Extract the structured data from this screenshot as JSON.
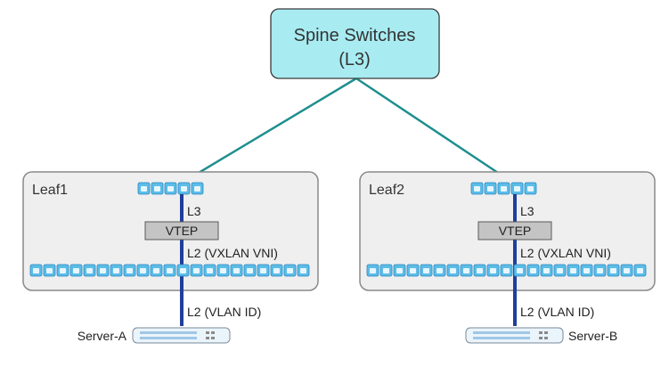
{
  "spine": {
    "line1": "Spine Switches",
    "line2": "(L3)"
  },
  "leaves": [
    {
      "name": "Leaf1",
      "l3_label": "L3",
      "vtep_label": "VTEP",
      "l2_vni_label": "L2 (VXLAN VNI)",
      "l2_vlan_label": "L2 (VLAN ID)",
      "server_name": "Server-A"
    },
    {
      "name": "Leaf2",
      "l3_label": "L3",
      "vtep_label": "VTEP",
      "l2_vni_label": "L2 (VXLAN VNI)",
      "l2_vlan_label": "L2 (VLAN ID)",
      "server_name": "Server-B"
    }
  ],
  "colors": {
    "spine_fill": "#a8ecf2",
    "spine_stroke": "#3a3a3a",
    "uplink": "#1f8f8f",
    "internal_link": "#1e3f9a",
    "leaf_fill": "#efefef",
    "leaf_stroke": "#8a8a8a",
    "port_fill": "#5bbde8",
    "vtep_fill": "#c4c4c4",
    "text": "#222222"
  }
}
